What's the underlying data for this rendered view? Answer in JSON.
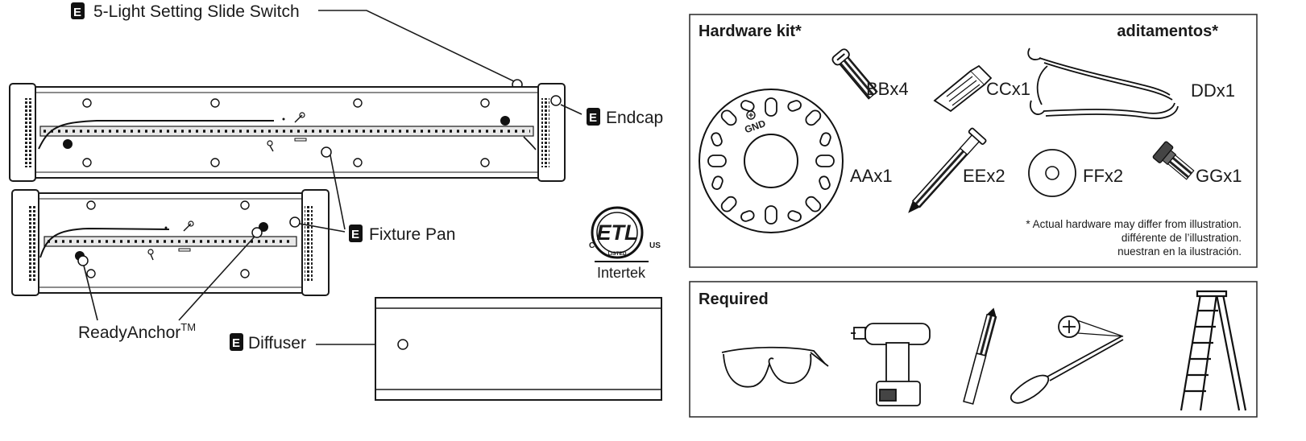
{
  "callouts": {
    "switch_label": "5-Light Setting Slide Switch",
    "endcap_label": "Endcap",
    "fixture_pan_label": "Fixture Pan",
    "readyanchor_label": "ReadyAnchor",
    "readyanchor_tm": "TM",
    "diffuser_label": "Diffuser",
    "emblem_letter": "E"
  },
  "certification": {
    "mark_letters": "ETL",
    "left_letter": "C",
    "right_letters": "US",
    "ring_word": "LISTED",
    "company": "Intertek"
  },
  "hardware_kit": {
    "title": "Hardware kit*",
    "title_right": "aditamentos*",
    "items": [
      {
        "code": "AAx1",
        "sub_label": "GND"
      },
      {
        "code": "BBx4"
      },
      {
        "code": "CCx1"
      },
      {
        "code": "DDx1"
      },
      {
        "code": "EEx2"
      },
      {
        "code": "FFx2"
      },
      {
        "code": "GGx1"
      }
    ],
    "note_lines": [
      "* Actual hardware may differ from illustration.",
      "différente de l’illustration.",
      "nuestran en la ilustración."
    ]
  },
  "required": {
    "title": "Required",
    "tools": [
      "safety-glasses",
      "cordless-drill",
      "drill-bit",
      "phillips-screwdriver",
      "step-ladder"
    ]
  },
  "colors": {
    "line": "#1a1a1a",
    "box_border": "#333333",
    "led_strip": "#e8e8e8",
    "screw_fill": "#444444"
  }
}
